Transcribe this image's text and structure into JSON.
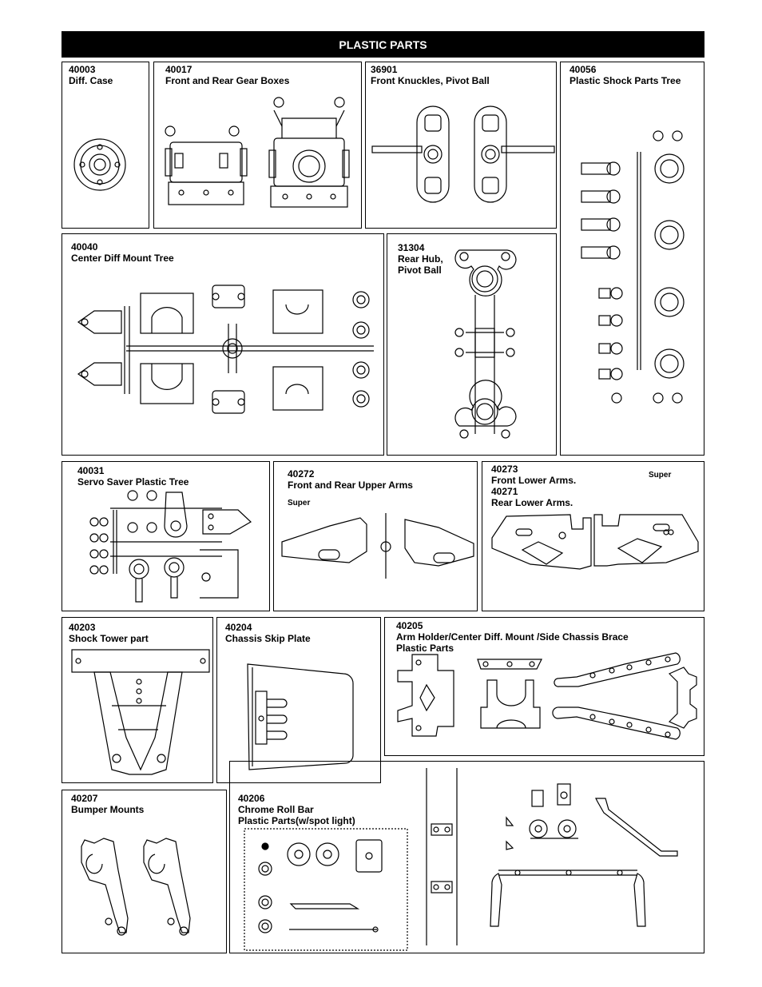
{
  "header": {
    "title": "PLASTIC PARTS"
  },
  "parts": [
    {
      "num": "40003",
      "name": "Diff. Case"
    },
    {
      "num": "40017",
      "name": "Front and Rear Gear Boxes"
    },
    {
      "num": "36901",
      "name": "Front Knuckles, Pivot Ball"
    },
    {
      "num": "40056",
      "name": "Plastic Shock Parts Tree"
    },
    {
      "num": "40040",
      "name": "Center Diff Mount Tree"
    },
    {
      "num": "31304",
      "name": "Rear Hub,",
      "name2": "Pivot Ball"
    },
    {
      "num": "40031",
      "name": "Servo Saver Plastic Tree"
    },
    {
      "num": "40272",
      "name": "Front and Rear Upper Arms",
      "tag": "Super"
    },
    {
      "num": "40273",
      "name": "Front Lower Arms.",
      "num2": "40271",
      "name2": "Rear Lower Arms.",
      "tag": "Super"
    },
    {
      "num": "40203",
      "name": "Shock Tower part"
    },
    {
      "num": "40204",
      "name": "Chassis Skip Plate"
    },
    {
      "num": "40205",
      "name": "Arm Holder/Center Diff. Mount /Side Chassis Brace",
      "name2": "Plastic Parts"
    },
    {
      "num": "40207",
      "name": "Bumper Mounts"
    },
    {
      "num": "40206",
      "name": "Chrome Roll Bar",
      "name2": "Plastic Parts(w/spot light)"
    }
  ]
}
